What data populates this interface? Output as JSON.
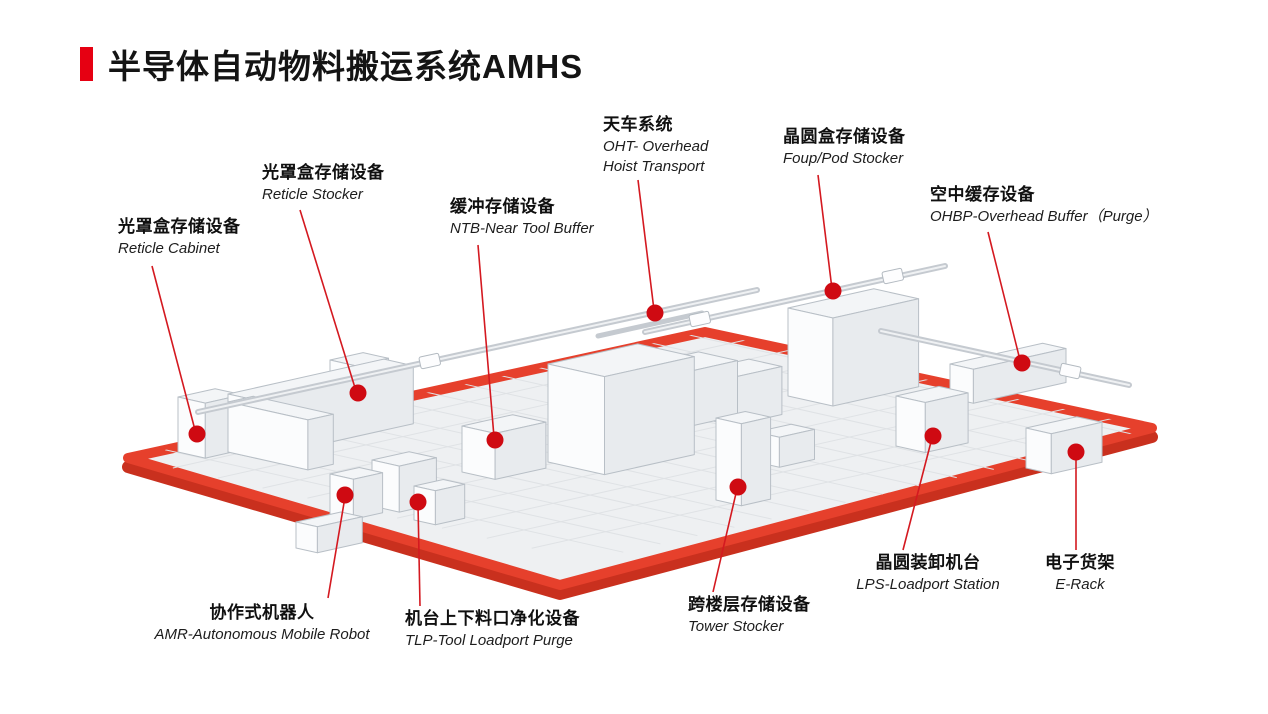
{
  "page": {
    "title": "半导体自动物料搬运系统AMHS"
  },
  "colors": {
    "accent": "#e60012",
    "dot": "#cf0a12",
    "leader_line": "#d41920",
    "floor_edge": "#e6402c",
    "floor_side": "#c9301e",
    "floor_fill": "#eef0f2"
  },
  "callouts": [
    {
      "zh": "光罩盒存储设备",
      "en": "Reticle Cabinet"
    },
    {
      "zh": "光罩盒存储设备",
      "en": "Reticle Stocker"
    },
    {
      "zh": "缓冲存储设备",
      "en": "NTB-Near Tool Buffer"
    },
    {
      "zh": "天车系统",
      "en": "OHT- Overhead",
      "en2": "Hoist Transport"
    },
    {
      "zh": "晶圆盒存储设备",
      "en": "Foup/Pod Stocker"
    },
    {
      "zh": "空中缓存设备",
      "en": "OHBP-Overhead Buffer（Purge）"
    },
    {
      "zh": "协作式机器人",
      "en": "AMR-Autonomous Mobile Robot"
    },
    {
      "zh": "机台上下料口净化设备",
      "en": "TLP-Tool Loadport Purge"
    },
    {
      "zh": "跨楼层存储设备",
      "en": "Tower Stocker"
    },
    {
      "zh": "晶圆装卸机台",
      "en": "LPS-Loadport Station"
    },
    {
      "zh": "电子货架",
      "en": "E-Rack"
    }
  ]
}
